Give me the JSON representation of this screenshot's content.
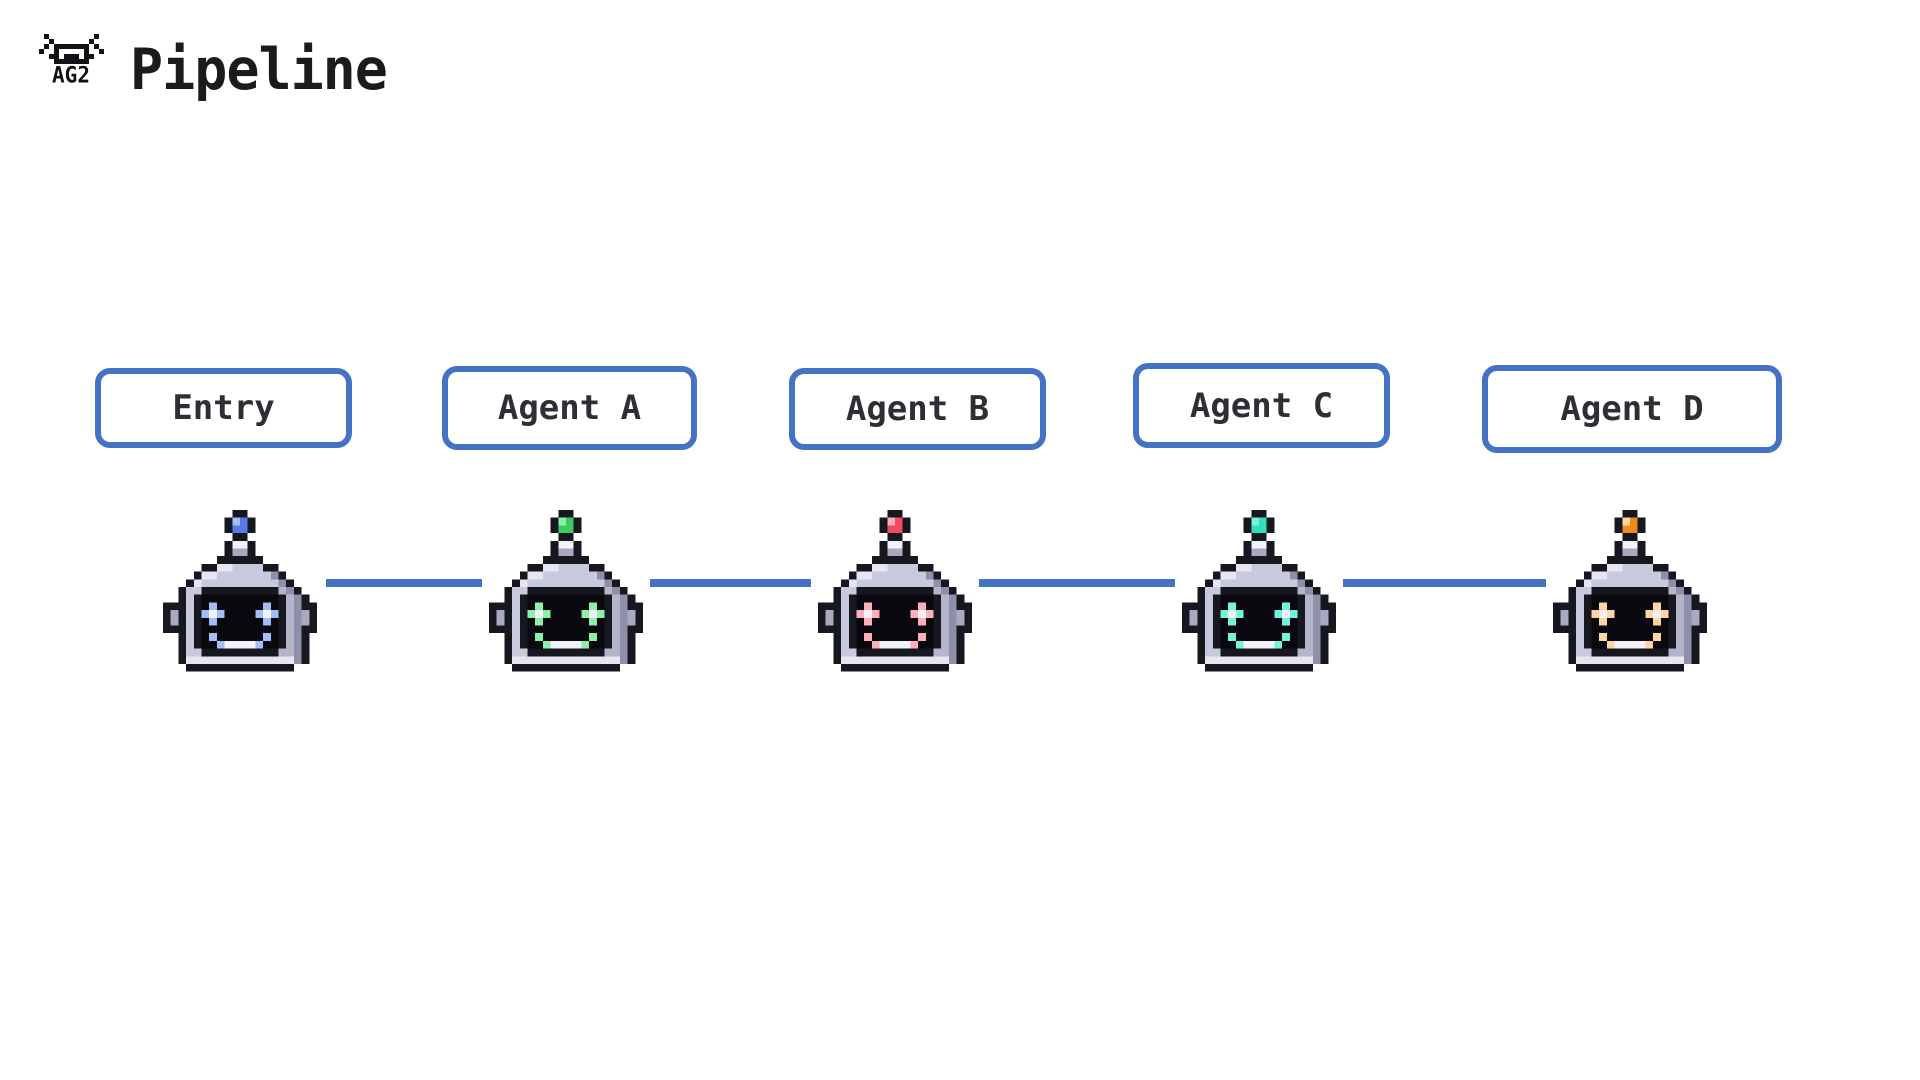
{
  "header": {
    "logo_text": "AG2",
    "title": "Pipeline"
  },
  "pipeline": {
    "nodes": [
      {
        "id": "entry",
        "label": "Entry",
        "accent": "#5b79ea",
        "accent_light": "#a3bdf8"
      },
      {
        "id": "agent-a",
        "label": "Agent A",
        "accent": "#3ecb5f",
        "accent_light": "#8df0a8"
      },
      {
        "id": "agent-b",
        "label": "Agent B",
        "accent": "#f4495e",
        "accent_light": "#ffaebb"
      },
      {
        "id": "agent-c",
        "label": "Agent C",
        "accent": "#2fe0bb",
        "accent_light": "#74f4dc"
      },
      {
        "id": "agent-d",
        "label": "Agent D",
        "accent": "#f08a1f",
        "accent_light": "#ffd5a0"
      }
    ],
    "connections": [
      [
        "entry",
        "agent-a"
      ],
      [
        "agent-a",
        "agent-b"
      ],
      [
        "agent-b",
        "agent-c"
      ],
      [
        "agent-c",
        "agent-d"
      ]
    ]
  },
  "colors": {
    "node_border": "#4472c4",
    "connector": "#4472c4",
    "background": "#ffffff",
    "title_text": "#1b1b1f",
    "label_text": "#2e2e34"
  }
}
